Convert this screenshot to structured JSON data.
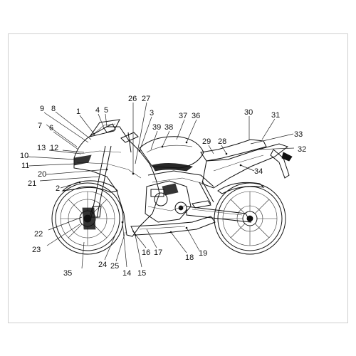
{
  "diagram": {
    "type": "exploded-parts-callout",
    "subject": "motorcycle-side-view",
    "callouts": [
      {
        "id": "c1",
        "label": "1"
      },
      {
        "id": "c2",
        "label": "2"
      },
      {
        "id": "c3",
        "label": "3"
      },
      {
        "id": "c4",
        "label": "4"
      },
      {
        "id": "c5",
        "label": "5"
      },
      {
        "id": "c6",
        "label": "6"
      },
      {
        "id": "c7",
        "label": "7"
      },
      {
        "id": "c8",
        "label": "8"
      },
      {
        "id": "c9",
        "label": "9"
      },
      {
        "id": "c10",
        "label": "10"
      },
      {
        "id": "c11",
        "label": "11"
      },
      {
        "id": "c12",
        "label": "12"
      },
      {
        "id": "c13",
        "label": "13"
      },
      {
        "id": "c14",
        "label": "14"
      },
      {
        "id": "c15",
        "label": "15"
      },
      {
        "id": "c16",
        "label": "16"
      },
      {
        "id": "c17",
        "label": "17"
      },
      {
        "id": "c18",
        "label": "18"
      },
      {
        "id": "c19",
        "label": "19"
      },
      {
        "id": "c20",
        "label": "20"
      },
      {
        "id": "c21",
        "label": "21"
      },
      {
        "id": "c22",
        "label": "22"
      },
      {
        "id": "c23",
        "label": "23"
      },
      {
        "id": "c24",
        "label": "24"
      },
      {
        "id": "c25",
        "label": "25"
      },
      {
        "id": "c26",
        "label": "26"
      },
      {
        "id": "c27",
        "label": "27"
      },
      {
        "id": "c28",
        "label": "28"
      },
      {
        "id": "c29",
        "label": "29"
      },
      {
        "id": "c30",
        "label": "30"
      },
      {
        "id": "c31",
        "label": "31"
      },
      {
        "id": "c32",
        "label": "32"
      },
      {
        "id": "c33",
        "label": "33"
      },
      {
        "id": "c34",
        "label": "34"
      },
      {
        "id": "c35",
        "label": "35"
      },
      {
        "id": "c36",
        "label": "36"
      },
      {
        "id": "c37",
        "label": "37"
      },
      {
        "id": "c38",
        "label": "38"
      },
      {
        "id": "c39",
        "label": "39"
      }
    ]
  }
}
